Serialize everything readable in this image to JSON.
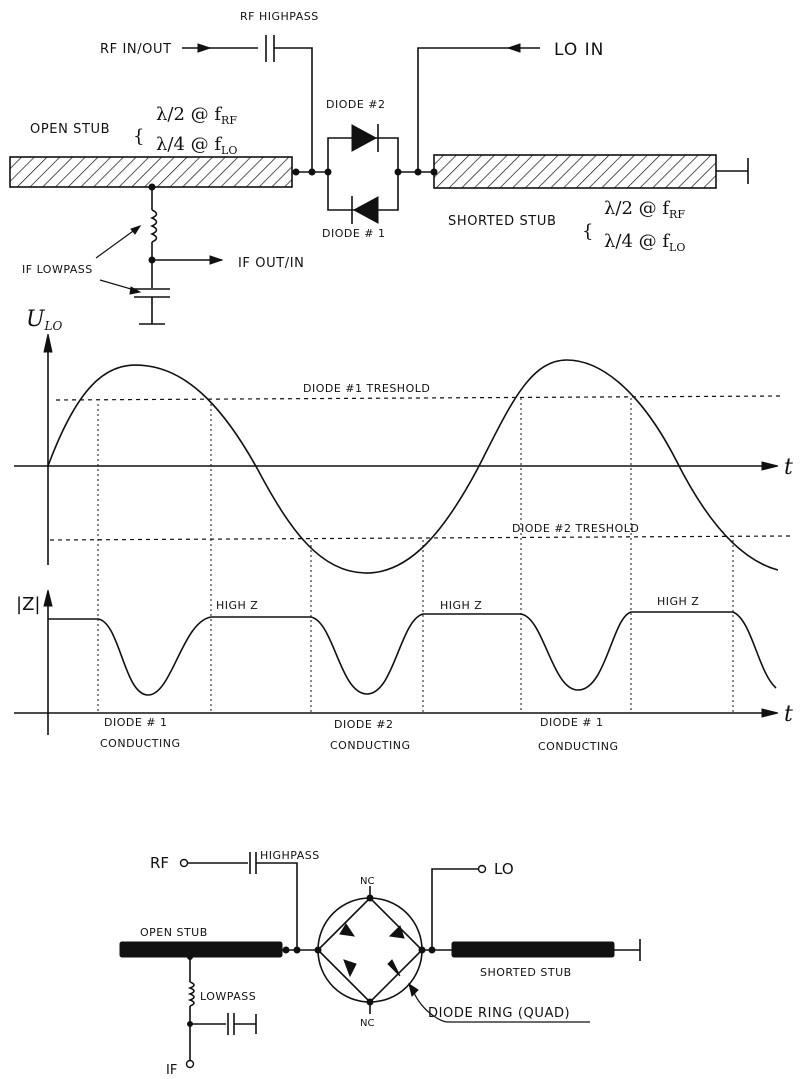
{
  "top_schematic": {
    "rf_in_out": "RF IN/OUT",
    "rf_highpass": "RF HIGHPASS",
    "lo_in": "LO IN",
    "diode2": "DIODE #2",
    "diode1": "DIODE # 1",
    "open_stub": "OPEN STUB",
    "open_stub_f1": "λ/2 @ f",
    "open_stub_f1_sub": "RF",
    "open_stub_f2": "λ/4 @ f",
    "open_stub_f2_sub": "LO",
    "shorted_stub": "SHORTED STUB",
    "shorted_stub_f1": "λ/2 @ f",
    "shorted_stub_f1_sub": "RF",
    "shorted_stub_f2": "λ/4 @ f",
    "shorted_stub_f2_sub": "LO",
    "if_lowpass": "IF LOWPASS",
    "if_out_in": "IF OUT/IN"
  },
  "waveform_chart": {
    "y_label": "U",
    "y_label_sub": "LO",
    "x_label": "t",
    "diode1_threshold": "DIODE #1 TRESHOLD",
    "diode2_threshold": "DIODE #2 TRESHOLD"
  },
  "impedance_chart": {
    "y_label": "|Z|",
    "x_label": "t",
    "high_z_1": "HIGH Z",
    "high_z_2": "HIGH Z",
    "high_z_3": "HIGH Z",
    "cond1_a": "DIODE # 1",
    "cond1_b": "CONDUCTING",
    "cond2_a": "DIODE #2",
    "cond2_b": "CONDUCTING",
    "cond3_a": "DIODE # 1",
    "cond3_b": "CONDUCTING"
  },
  "bottom_schematic": {
    "rf": "RF",
    "highpass": "HIGHPASS",
    "lo": "LO",
    "nc_top": "NC",
    "nc_bottom": "NC",
    "open_stub": "OPEN STUB",
    "shorted_stub": "SHORTED STUB",
    "lowpass": "LOWPASS",
    "diode_ring": "DIODE RING (QUAD)",
    "if": "IF"
  }
}
